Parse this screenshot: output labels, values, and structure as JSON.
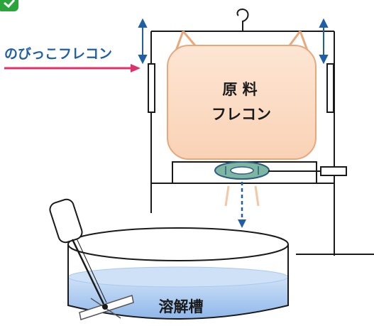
{
  "labels": {
    "nobikko_flecon": "のびっこフレコン",
    "raw_material_line1": "原 料",
    "raw_material_line2": "フレコン",
    "dissolution_tank": "溶解槽"
  },
  "colors": {
    "badge_green": "#2aa53a",
    "pink_arrow": "#e0306a",
    "pink_text": "#1f5fa8",
    "blue_arrow": "#1f5fa8",
    "bag_fill": "#fbdcc4",
    "bag_stroke": "#e9a77a",
    "ring_fill": "#7fb6a0",
    "ring_stroke": "#2c5b8c",
    "liquid_fill": "#a9c9ef",
    "frame_stroke": "#1a1a1a"
  }
}
